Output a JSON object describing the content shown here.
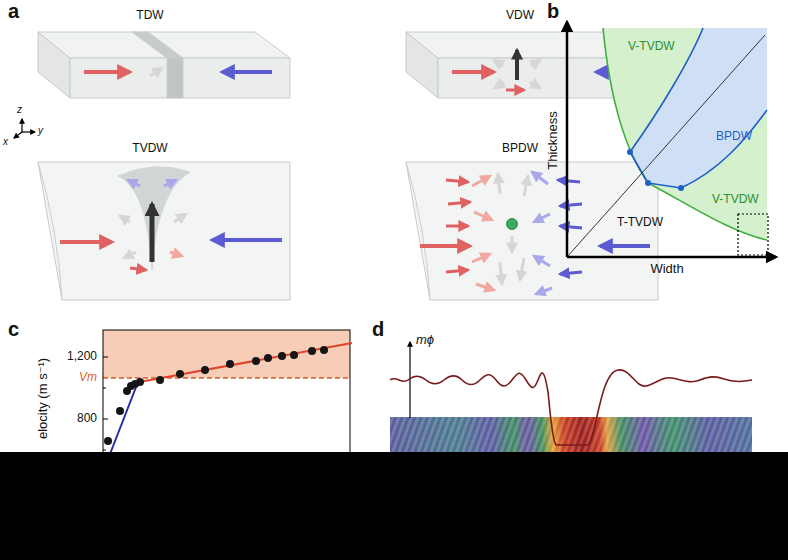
{
  "diagram": {
    "labels": [
      "a",
      "TDW",
      "VDW",
      "TVDW",
      "BPDW",
      "z",
      "x",
      "y",
      "b",
      "Thickness",
      "Width",
      "V-TVDW",
      "BPDW",
      "V-TVDW",
      "T-TVDW",
      "c",
      "1,200",
      "Vm",
      "800",
      "elocity (m s⁻¹)",
      "d",
      "mϕ"
    ]
  }
}
